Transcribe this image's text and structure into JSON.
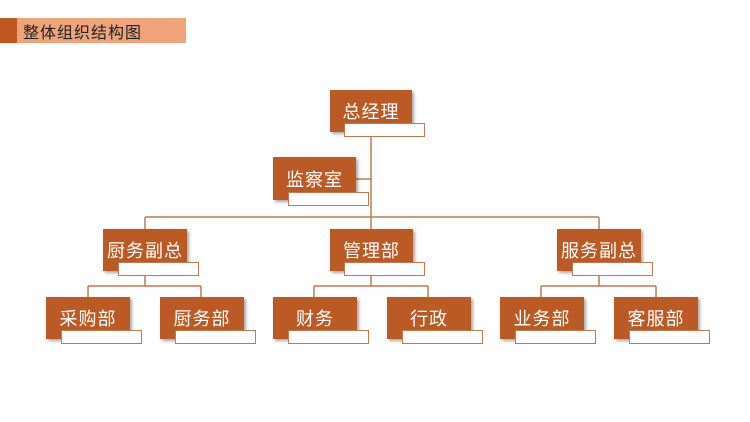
{
  "header": {
    "title": "整体组织结构图"
  },
  "org": {
    "ceo": "总经理",
    "supervision": "监察室",
    "kitchen_vp": "厨务副总",
    "management": "管理部",
    "service_vp": "服务副总",
    "purchasing": "采购部",
    "kitchen": "厨务部",
    "finance": "财务",
    "admin": "行政",
    "business": "业务部",
    "customer_service": "客服部"
  },
  "colors": {
    "node": "#bb5a25",
    "accent": "#c0571f",
    "title_bg": "#eea37b",
    "line": "#c0794f"
  }
}
